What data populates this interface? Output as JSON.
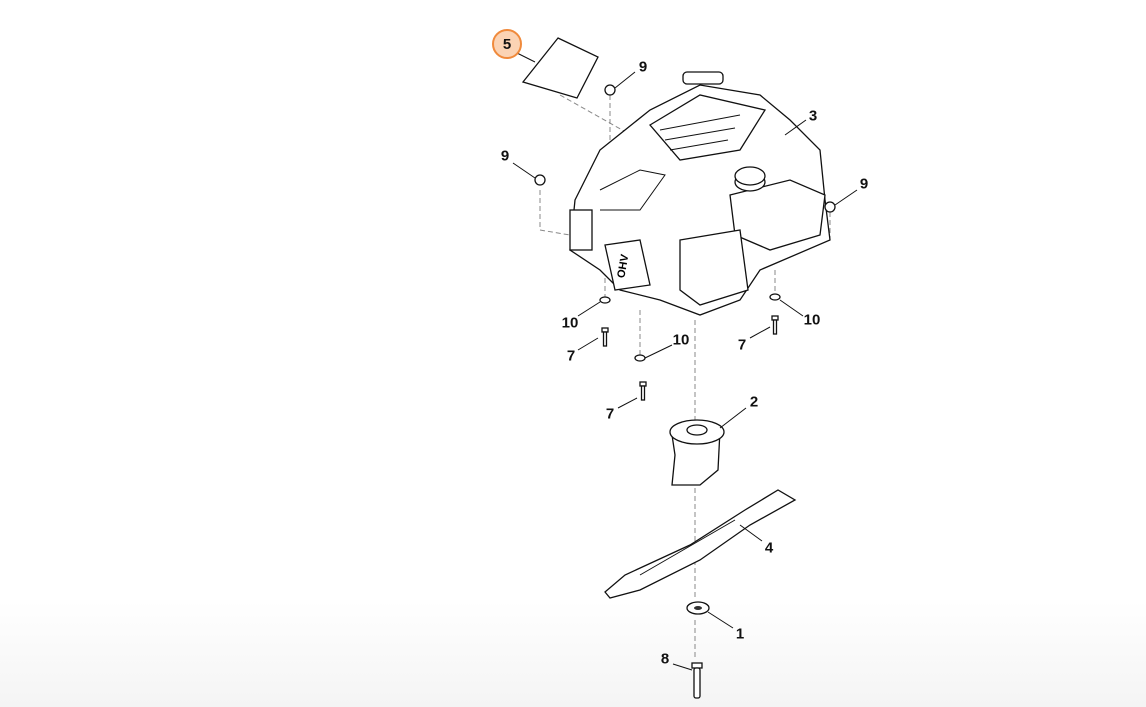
{
  "diagram": {
    "selected_part": "5",
    "callouts": [
      {
        "id": "c5",
        "label": "5",
        "selected": true
      },
      {
        "id": "c9a",
        "label": "9"
      },
      {
        "id": "c3",
        "label": "3"
      },
      {
        "id": "c9b",
        "label": "9"
      },
      {
        "id": "c9c",
        "label": "9"
      },
      {
        "id": "c10a",
        "label": "10"
      },
      {
        "id": "c7a",
        "label": "7"
      },
      {
        "id": "c10b",
        "label": "10"
      },
      {
        "id": "c10c",
        "label": "10"
      },
      {
        "id": "c7b",
        "label": "7"
      },
      {
        "id": "c7c",
        "label": "7"
      },
      {
        "id": "c2",
        "label": "2"
      },
      {
        "id": "c4",
        "label": "4"
      },
      {
        "id": "c1",
        "label": "1"
      },
      {
        "id": "c8",
        "label": "8"
      }
    ],
    "engine_badge": "OHV",
    "highlight_color": "#f08a3c"
  }
}
